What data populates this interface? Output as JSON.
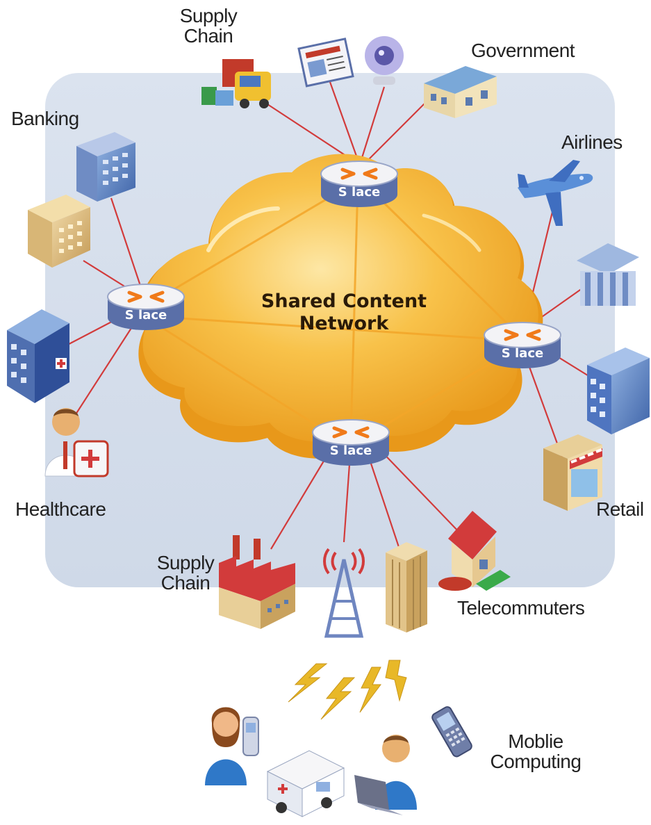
{
  "cloud": {
    "line1": "Shared Content",
    "line2": "Network"
  },
  "router_brand": "S lace",
  "labels": {
    "supply_chain_top": [
      "Supply",
      "Chain"
    ],
    "government": "Government",
    "banking": "Banking",
    "airlines": "Airlines",
    "healthcare": "Healthcare",
    "retail": "Retail",
    "supply_chain_bottom": [
      "Supply",
      "Chain"
    ],
    "telecommuters": "Telecommuters",
    "mobile_computing": [
      "Moblie",
      "Computing"
    ]
  },
  "icons": [
    "truck-icon",
    "newspaper-icon",
    "webcam-icon",
    "government-building-icon",
    "bank-tower-icon",
    "office-building-icon",
    "hospital-icon",
    "doctor-icon",
    "airplane-icon",
    "columns-building-icon",
    "blue-building-icon",
    "store-icon",
    "factory-icon",
    "radio-tower-icon",
    "skyscraper-icon",
    "house-icon",
    "lightning-icon",
    "woman-phone-icon",
    "ambulance-icon",
    "laptop-user-icon",
    "cellphone-icon"
  ],
  "colors": {
    "panel": "#d9e2ee",
    "cloud": "#f6b332",
    "cloud_highlight": "#fde4a0",
    "link": "#d23b3b",
    "router_body": "#5a6fa8",
    "router_top": "#f3f3f6",
    "router_arrows": "#f07a1a"
  }
}
